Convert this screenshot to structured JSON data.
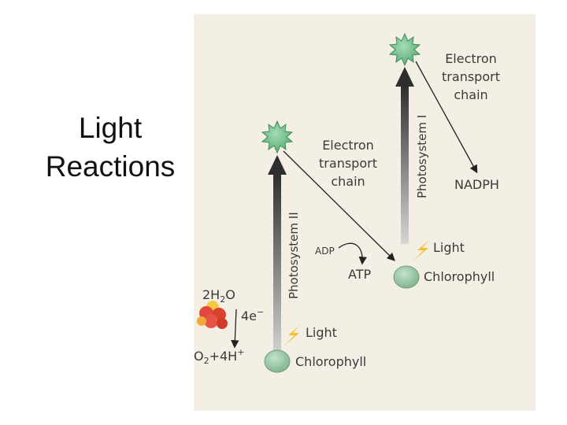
{
  "slide": {
    "title_line1": "Light",
    "title_line2": "Reactions"
  },
  "diagram": {
    "ps2_label": "Photosystem II",
    "ps1_label": "Photosystem I",
    "etc_ps2": [
      "Electron",
      "transport",
      "chain"
    ],
    "etc_ps1": [
      "Electron",
      "transport",
      "chain"
    ],
    "adp": "ADP",
    "atp": "ATP",
    "nadph": "NADPH",
    "light_ps2": "Light",
    "light_ps1": "Light",
    "chlorophyll_ps2": "Chlorophyll",
    "chlorophyll_ps1": "Chlorophyll",
    "water": {
      "base": "2H",
      "sub": "2",
      "tail": "O"
    },
    "electrons": {
      "base": "4e",
      "sup": "−"
    },
    "products": {
      "o": "O",
      "sub": "2",
      "mid": "+4H",
      "sup": "+"
    }
  },
  "colors": {
    "panel_bg": "#f3efe4",
    "chlorophyll": "#9cc9a6",
    "star": "#6fbf8a",
    "lightning": "#f2c12e",
    "water_red": "#e0483c",
    "water_yellow": "#f5c842"
  }
}
